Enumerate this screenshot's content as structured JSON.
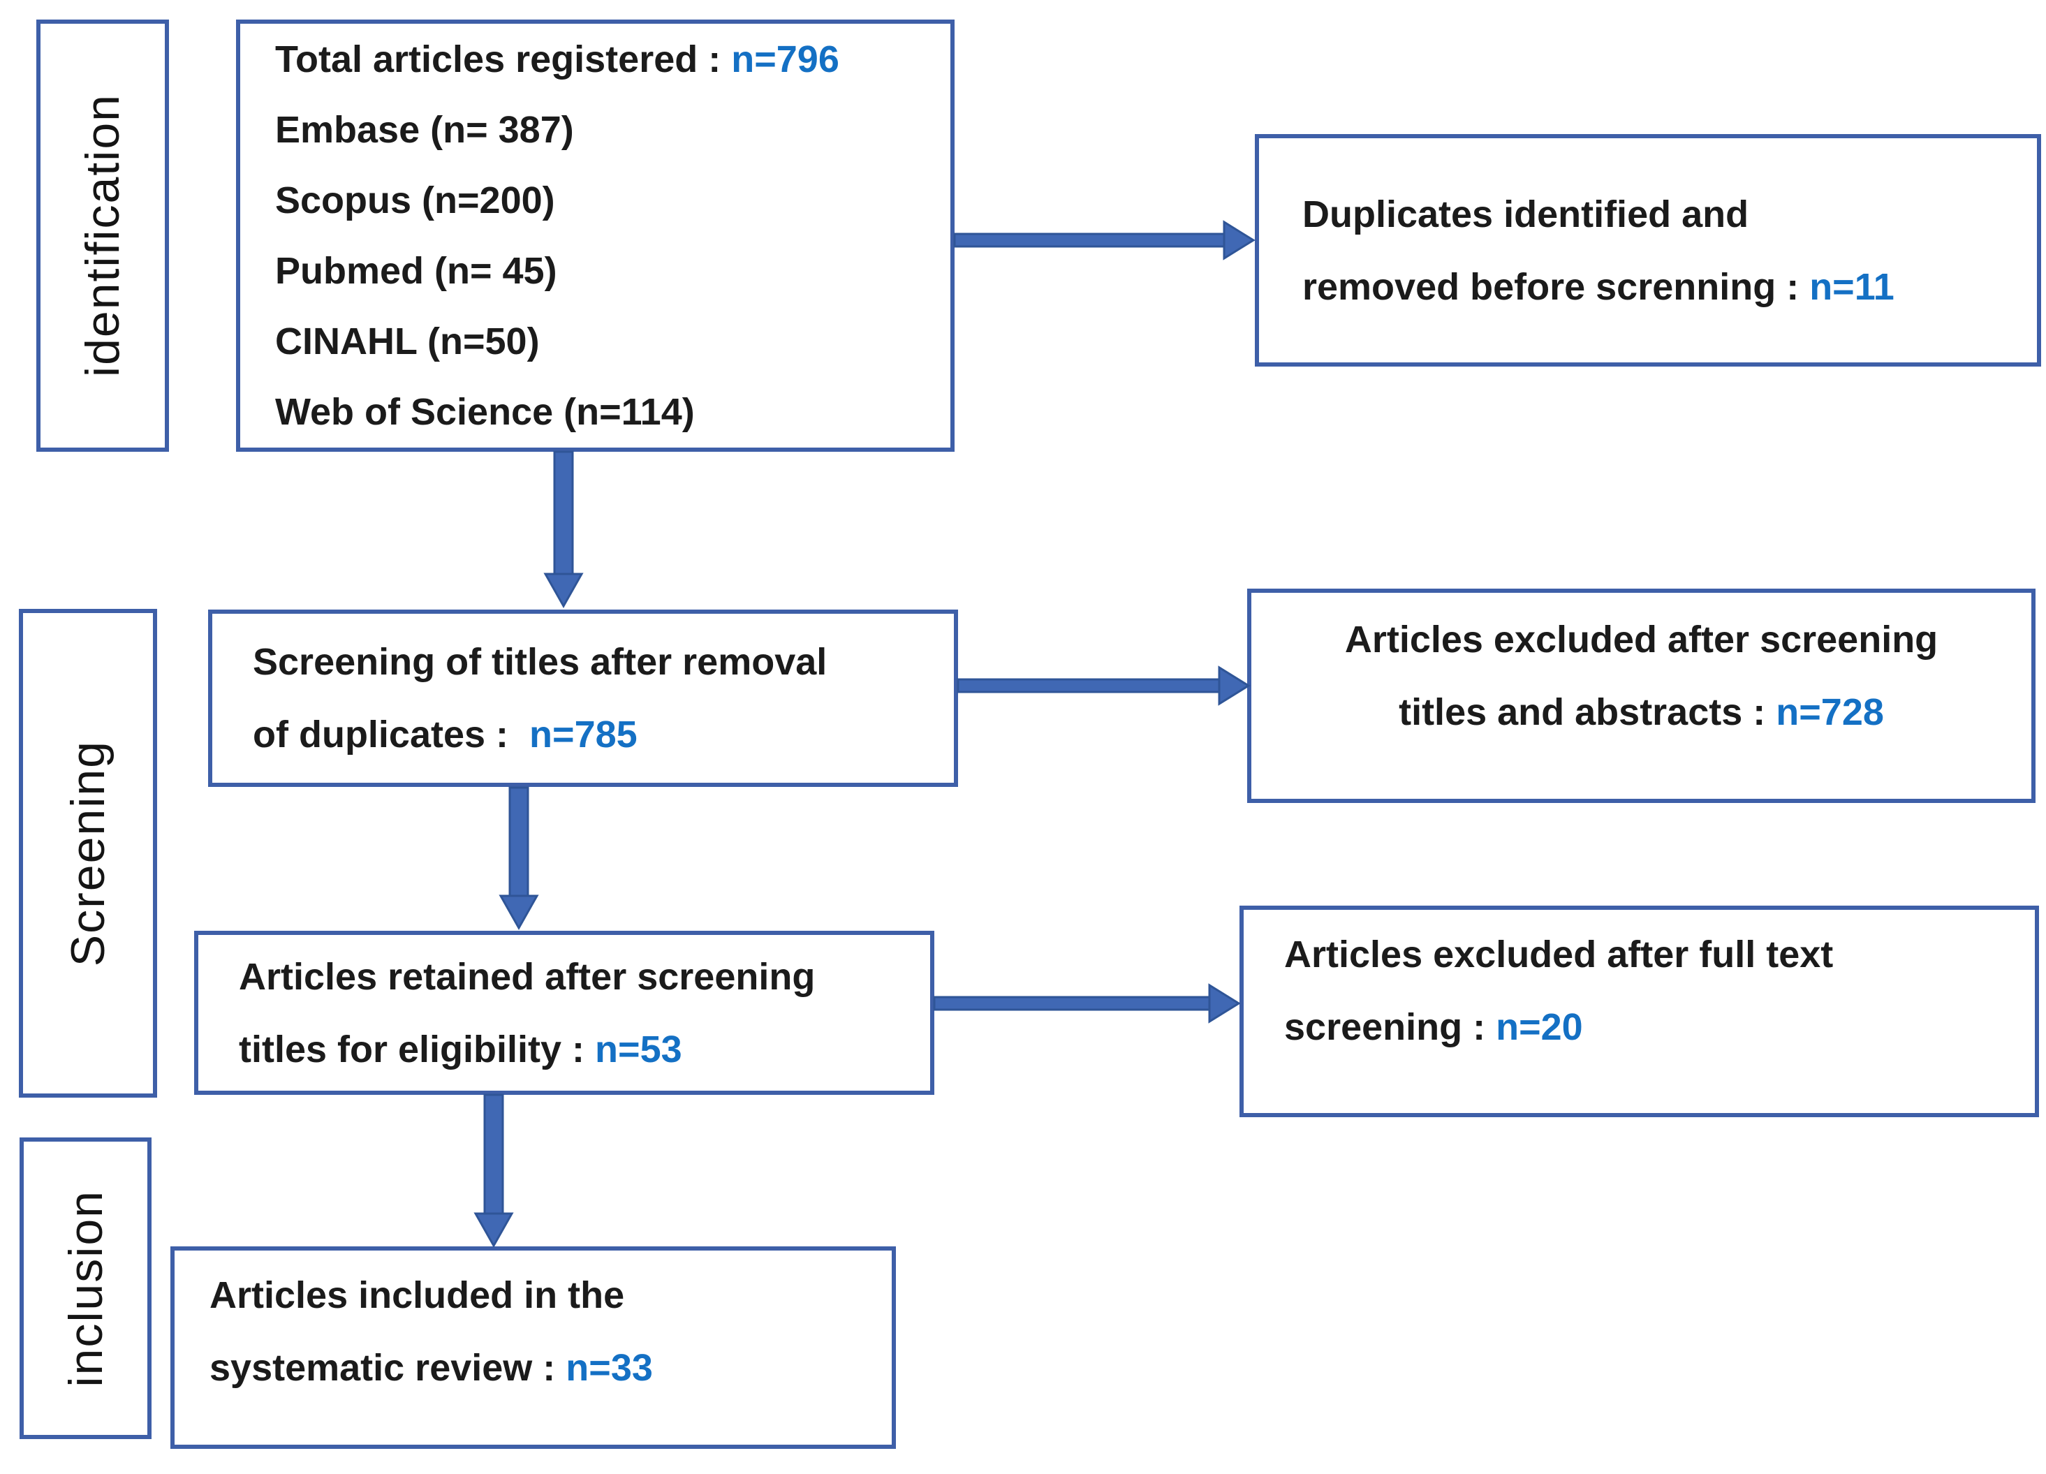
{
  "colors": {
    "box_border": "#3E5FA8",
    "arrow_fill": "#4068B4",
    "arrow_edge": "#2F5597",
    "value_text": "#1470C4",
    "body_text": "#1B1B1B"
  },
  "stages": [
    {
      "label": "identification"
    },
    {
      "label": "Screening"
    },
    {
      "label": "inclusion"
    }
  ],
  "boxes": {
    "registered": {
      "line1_prefix": "Total articles registered : ",
      "line1_value": "n=796",
      "sources": [
        "Embase (n= 387)",
        "Scopus (n=200)",
        "Pubmed (n= 45)",
        "CINAHL (n=50)",
        "Web of Science (n=114)"
      ]
    },
    "duplicates_removed": {
      "line1": "Duplicates identified and",
      "line2_prefix": "removed before screnning : ",
      "line2_value": "n=11"
    },
    "title_screening": {
      "line1": "Screening of titles after removal",
      "line2_prefix": "of duplicates :  ",
      "line2_value": "n=785"
    },
    "excluded_titles_abstracts": {
      "line1": "Articles excluded after screening",
      "line2_prefix": "titles and abstracts : ",
      "line2_value": "n=728"
    },
    "retained_eligibility": {
      "line1": "Articles retained after screening",
      "line2_prefix": "titles for eligibility : ",
      "line2_value": "n=53"
    },
    "excluded_full_text": {
      "line1": "Articles excluded after full text",
      "line2_prefix": "screening : ",
      "line2_value": "n=20"
    },
    "included": {
      "line1": "Articles included in the",
      "line2_prefix": "systematic review : ",
      "line2_value": "n=33"
    }
  }
}
